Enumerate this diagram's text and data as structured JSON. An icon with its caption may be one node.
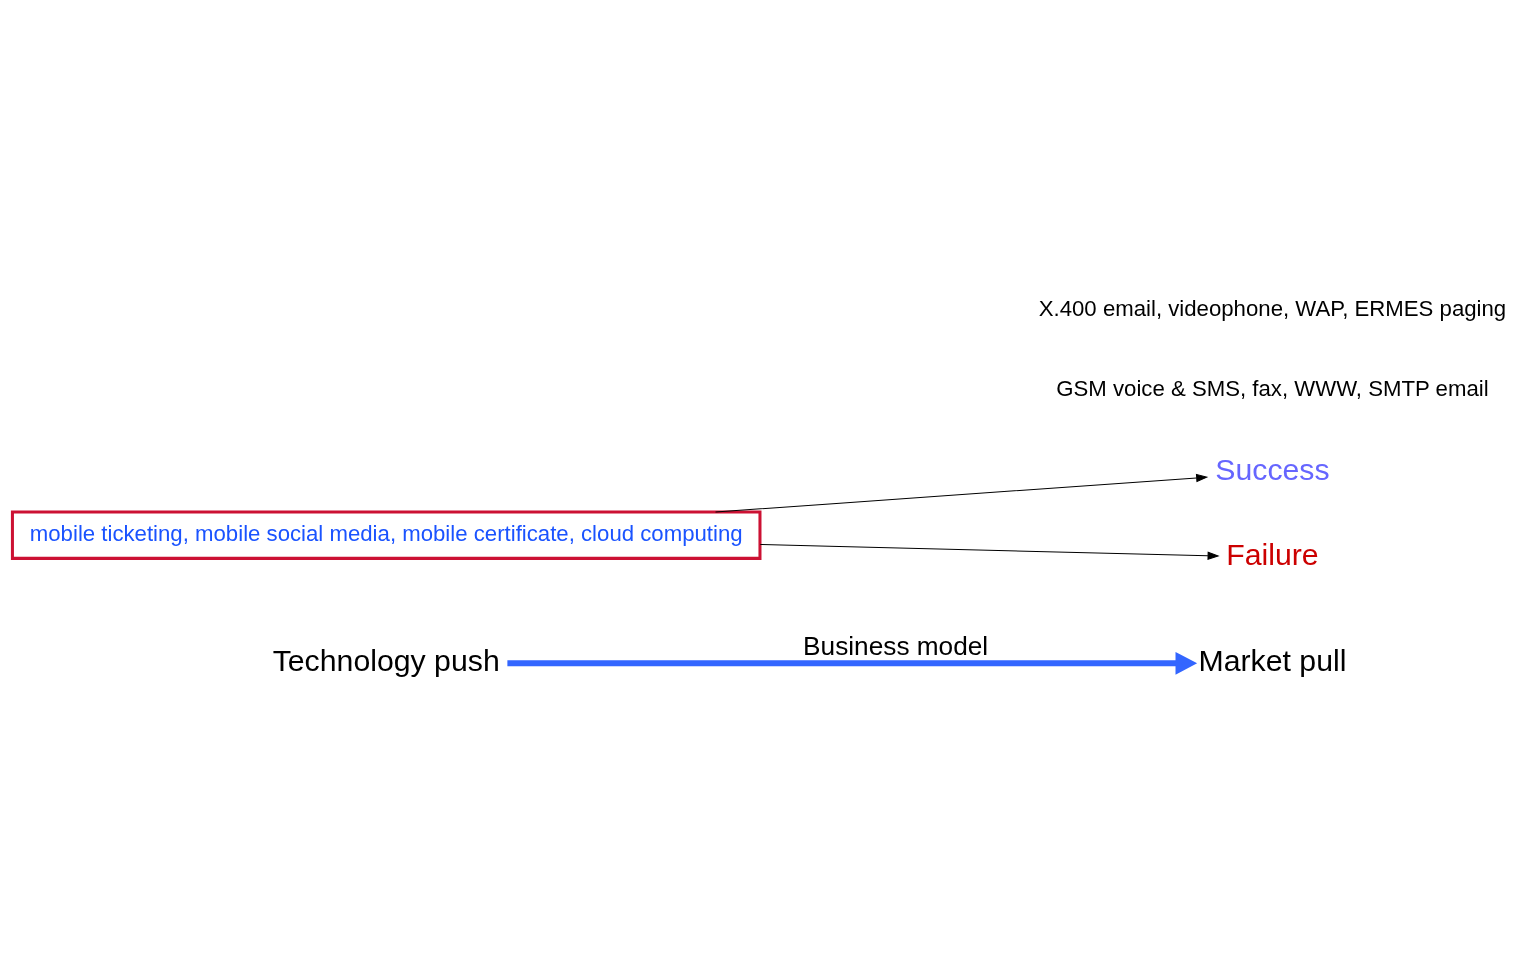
{
  "diagram": {
    "nodes": [
      {
        "text": [
          "Market pull"
        ]
      },
      {
        "text": [
          "Success"
        ]
      },
      {
        "text": [
          "mobile ticketing, mobile social media, mobile certificate, cloud computing"
        ]
      },
      {
        "text": [
          "Failure"
        ]
      },
      {
        "text": [
          "Technology push"
        ]
      }
    ],
    "edges": [
      {
        "from": 4,
        "to": 0,
        "arrow": "to",
        "label": "Business model",
        "style": "thick",
        "color": "#3366ff"
      },
      {
        "from": 2,
        "to": 1,
        "arrow": "to"
      },
      {
        "from": 2,
        "to": 3,
        "arrow": "to"
      }
    ],
    "labels": [
      "GSM voice & SMS, fax, WWW, SMTP email",
      "X.400 email, videophone, WAP, ERMES paging"
    ]
  }
}
